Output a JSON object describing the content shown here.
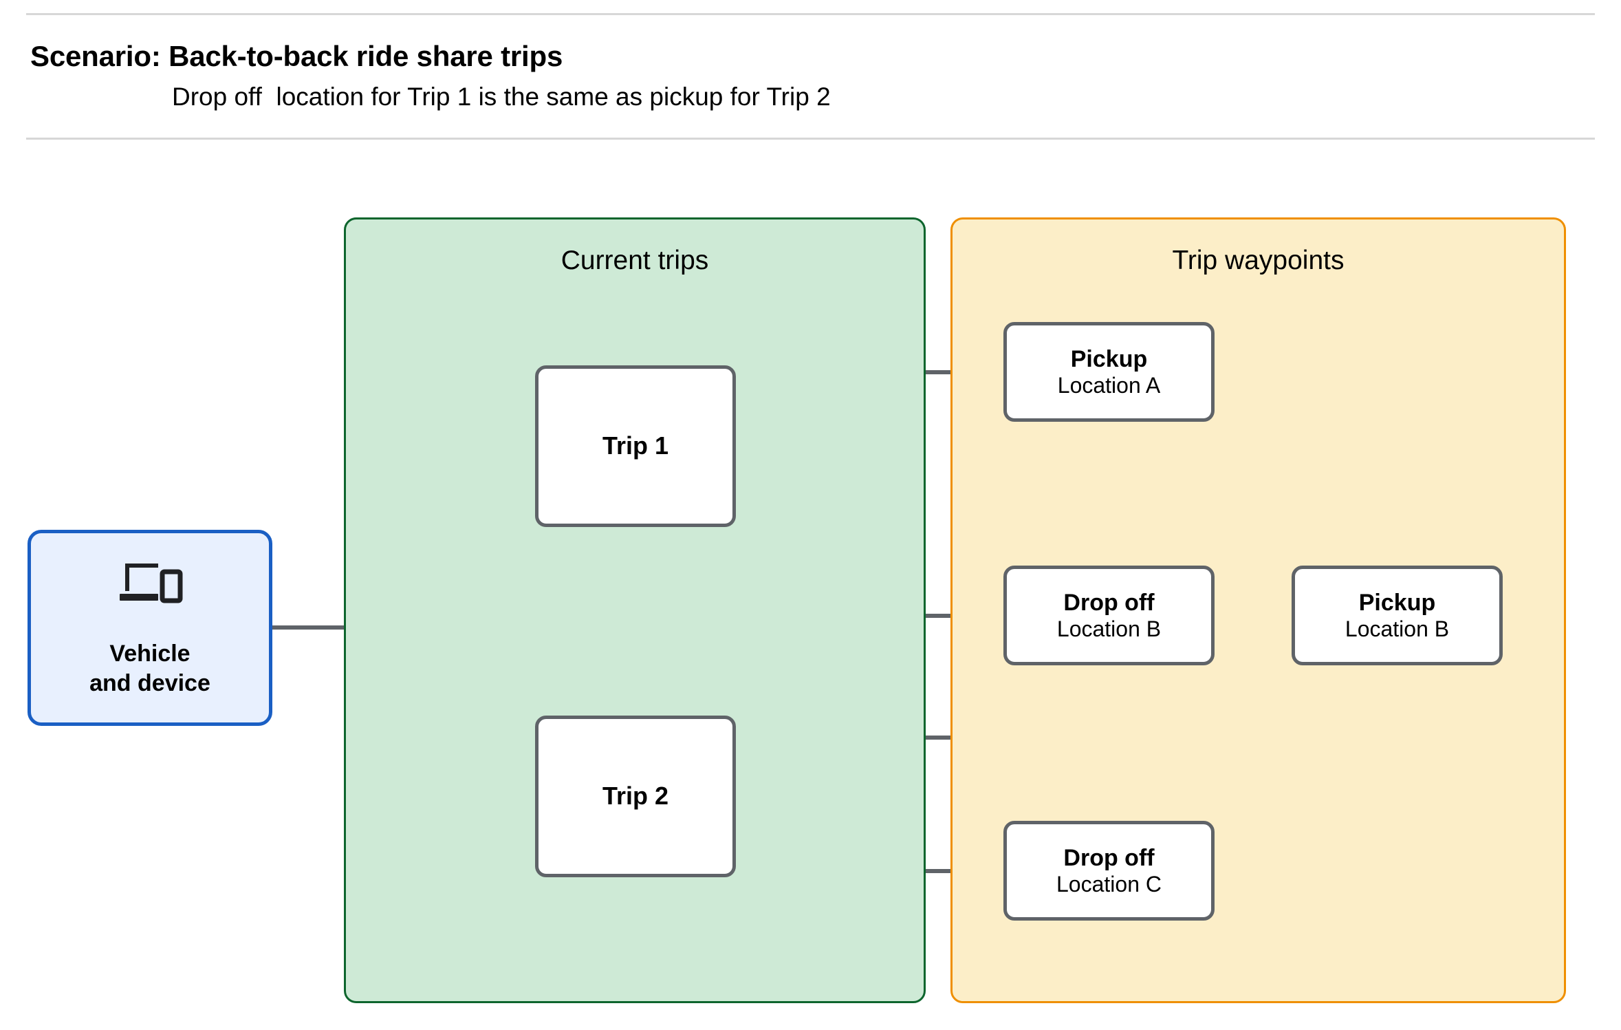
{
  "header": {
    "title": "Scenario: Back-to-back ride share trips",
    "subtitle": "Drop off  location for Trip 1 is the same as pickup for Trip 2"
  },
  "panels": {
    "current_trips": {
      "label": "Current trips",
      "fill": "#ceead6",
      "border": "#0d652d"
    },
    "trip_waypoints": {
      "label": "Trip waypoints",
      "fill": "#fceec8",
      "border": "#ef8f00"
    }
  },
  "vehicle": {
    "icon": "devices-icon",
    "label": "Vehicle\nand device",
    "fill": "#e8f0fe",
    "border": "#1a5fc4"
  },
  "trips": [
    {
      "label": "Trip 1"
    },
    {
      "label": "Trip 2"
    }
  ],
  "waypoints": [
    {
      "type": "Pickup",
      "location": "Location A"
    },
    {
      "type": "Drop off",
      "location": "Location B"
    },
    {
      "type": "Pickup",
      "location": "Location B"
    },
    {
      "type": "Drop off",
      "location": "Location C"
    }
  ],
  "connector_color": "#5f6368"
}
